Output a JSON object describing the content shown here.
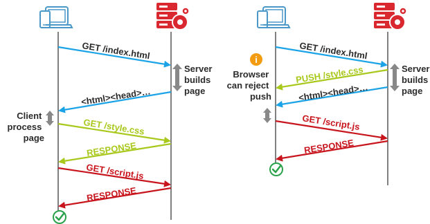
{
  "colors": {
    "blue": "#1aa3e6",
    "lime": "#a8c81c",
    "red": "#c8151d",
    "gray": "#888888",
    "text": "#2b2b2b",
    "icon_blue": "#4a98c8",
    "server_red": "#d92830",
    "check_green": "#2aa14a",
    "info_orange": "#f39c12"
  },
  "left": {
    "messages": [
      {
        "label": "GET /index.html",
        "color": "blue"
      },
      {
        "label": "<html><head>…",
        "color": "blue"
      },
      {
        "label": "GET /style.css",
        "color": "lime"
      },
      {
        "label": "RESPONSE",
        "color": "lime"
      },
      {
        "label": "GET /script.js",
        "color": "red"
      },
      {
        "label": "RESPONSE",
        "color": "red"
      }
    ],
    "server_note": [
      "Server",
      "builds",
      "page"
    ],
    "client_note": [
      "Client",
      "process",
      "page"
    ]
  },
  "right": {
    "messages": [
      {
        "label": "GET /index.html",
        "color": "blue"
      },
      {
        "label": "PUSH /style.css",
        "color": "lime"
      },
      {
        "label": "<html><head>…",
        "color": "blue"
      },
      {
        "label": "GET /script.js",
        "color": "red"
      },
      {
        "label": "RESPONSE",
        "color": "red"
      }
    ],
    "server_note": [
      "Server",
      "builds",
      "page"
    ],
    "browser_note": [
      "Browser",
      "can reject",
      "push"
    ],
    "info_icon_text": "i"
  }
}
